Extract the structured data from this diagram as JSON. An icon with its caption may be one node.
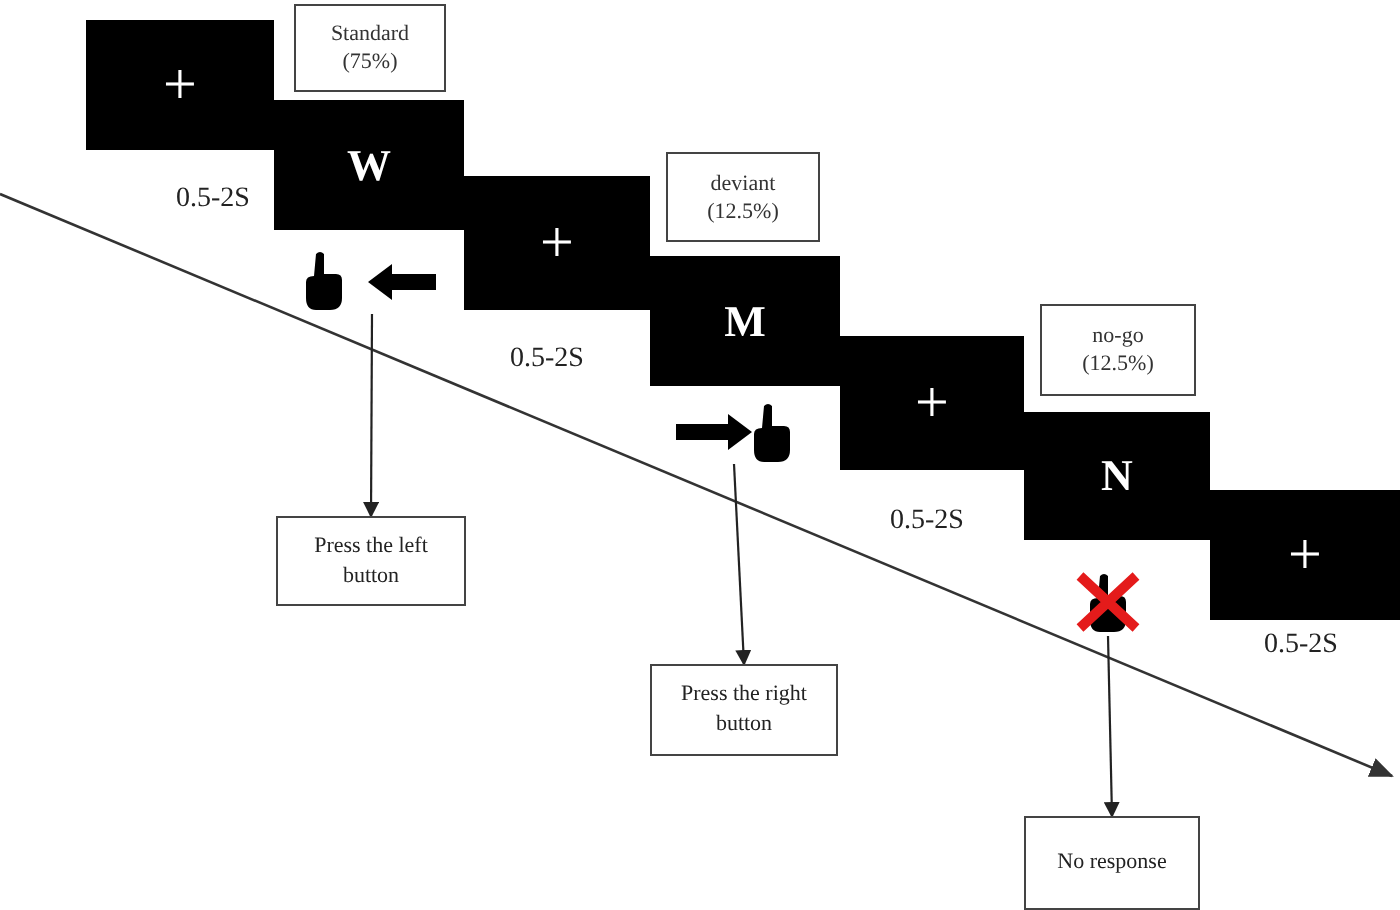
{
  "diagram": {
    "nodes": [
      {
        "text": [
          "+"
        ],
        "beside": [
          "0.5-2S"
        ]
      },
      {
        "text": [
          "W"
        ]
      },
      {
        "text": [
          "+"
        ],
        "beside": [
          "0.5-2S"
        ]
      },
      {
        "text": [
          "M"
        ]
      },
      {
        "text": [
          "+"
        ],
        "beside": [
          "0.5-2S"
        ]
      },
      {
        "text": [
          "N"
        ]
      },
      {
        "text": [
          "+"
        ],
        "beside": [
          "0.5-2S"
        ]
      },
      {
        "text": [
          "Standard (75%)"
        ]
      },
      {
        "text": [
          "deviant (12.5%)"
        ]
      },
      {
        "text": [
          "no-go (12.5%)"
        ]
      },
      {
        "text": [],
        "shape": "hand"
      },
      {
        "text": [],
        "shape": "hand"
      },
      {
        "text": [],
        "shape": "hand"
      },
      {
        "text": [
          "Press the left button"
        ]
      },
      {
        "text": [
          "Press the right button"
        ]
      },
      {
        "text": [
          "No response"
        ]
      }
    ],
    "edges": [
      {
        "from": 10,
        "to": 13,
        "arrow": "to"
      },
      {
        "from": 11,
        "to": 14,
        "arrow": "to"
      },
      {
        "from": 12,
        "to": 15,
        "arrow": "to"
      }
    ]
  }
}
